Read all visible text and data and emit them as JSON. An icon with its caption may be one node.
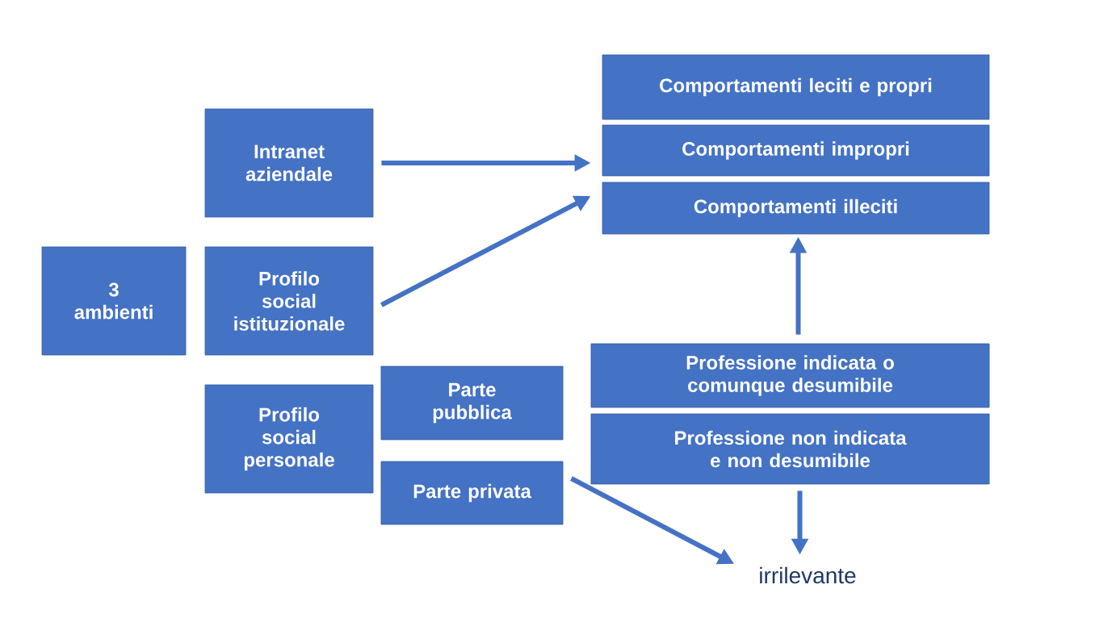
{
  "diagram": {
    "nodes": [
      {
        "text": [
          "3 ambienti"
        ]
      },
      {
        "text": [
          "Intranet aziendale"
        ]
      },
      {
        "text": [
          "Profilo social istituzionale"
        ]
      },
      {
        "text": [
          "Profilo social personale"
        ]
      },
      {
        "text": [
          "Parte pubblica"
        ]
      },
      {
        "text": [
          "Parte privata"
        ]
      },
      {
        "text": [
          "Comportamenti leciti e propri"
        ]
      },
      {
        "text": [
          "Comportamenti impropri"
        ]
      },
      {
        "text": [
          "Comportamenti illeciti"
        ]
      },
      {
        "text": [
          "Professione indicata o comunque desumibile"
        ]
      },
      {
        "text": [
          "Professione non indicata e non desumibile"
        ]
      },
      {
        "text": [
          "irrilevante"
        ]
      }
    ],
    "edges": [
      {
        "from": 1,
        "to": 7,
        "arrow": "to"
      },
      {
        "from": 2,
        "to": 8,
        "arrow": "to"
      },
      {
        "from": 9,
        "to": 8,
        "arrow": "to"
      },
      {
        "from": 10,
        "to": 11,
        "arrow": "to"
      },
      {
        "from": 5,
        "to": 11,
        "arrow": "to"
      }
    ]
  }
}
